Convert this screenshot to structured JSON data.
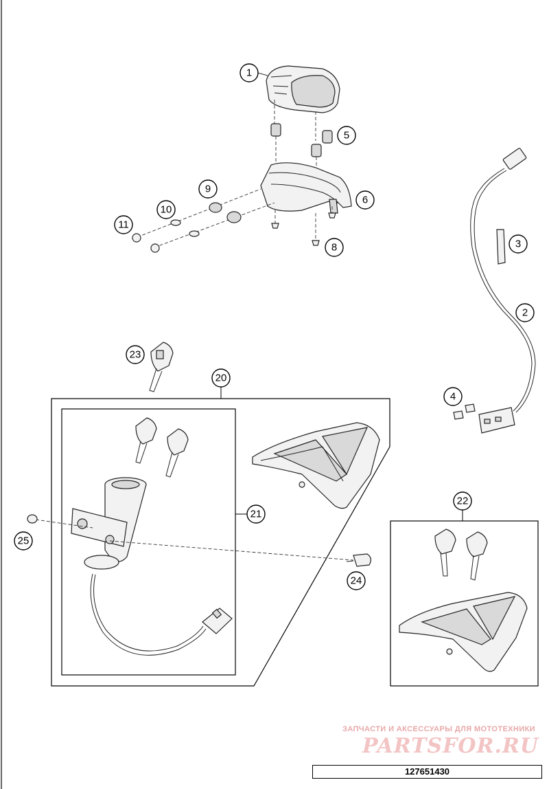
{
  "callouts": [
    "1",
    "2",
    "3",
    "4",
    "5",
    "6",
    "8",
    "9",
    "10",
    "11",
    "20",
    "21",
    "22",
    "23",
    "24",
    "25"
  ],
  "watermark": {
    "tagline": "ЗАПЧАСТИ И АКСЕССУАРЫ ДЛЯ МОТОТЕХНИКИ",
    "logo": "PARTSFOR.RU"
  },
  "reference_number": "127651430",
  "colors": {
    "line": "#222222",
    "watermark": "#e8a9a9"
  }
}
